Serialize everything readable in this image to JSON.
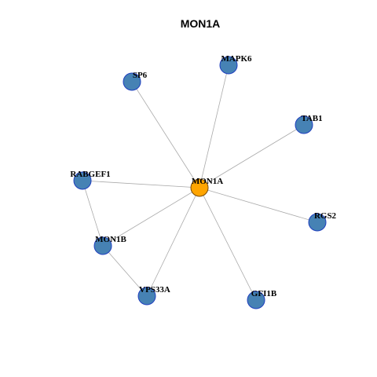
{
  "title": "MON1A",
  "colors": {
    "background": "#ffffff",
    "edge": "#aaaaaa",
    "node_fill": "#4682b4",
    "node_stroke": "#1f3fbf",
    "center_fill": "#ffa500",
    "center_stroke": "#7a4a00",
    "label": "#000000"
  },
  "nodes": [
    {
      "id": "MON1A",
      "label": "MON1A",
      "center": true
    },
    {
      "id": "MAPK6",
      "label": "MAPK6",
      "center": false
    },
    {
      "id": "SP6",
      "label": "SP6",
      "center": false
    },
    {
      "id": "TAB1",
      "label": "TAB1",
      "center": false
    },
    {
      "id": "RABGEF1",
      "label": "RABGEF1",
      "center": false
    },
    {
      "id": "RGS2",
      "label": "RGS2",
      "center": false
    },
    {
      "id": "MON1B",
      "label": "MON1B",
      "center": false
    },
    {
      "id": "VPS33A",
      "label": "VPS33A",
      "center": false
    },
    {
      "id": "GFI1B",
      "label": "GFI1B",
      "center": false
    }
  ],
  "edges": [
    {
      "source": "MON1A",
      "target": "MAPK6"
    },
    {
      "source": "MON1A",
      "target": "SP6"
    },
    {
      "source": "MON1A",
      "target": "TAB1"
    },
    {
      "source": "MON1A",
      "target": "RABGEF1"
    },
    {
      "source": "MON1A",
      "target": "RGS2"
    },
    {
      "source": "MON1A",
      "target": "MON1B"
    },
    {
      "source": "MON1A",
      "target": "VPS33A"
    },
    {
      "source": "MON1A",
      "target": "GFI1B"
    },
    {
      "source": "RABGEF1",
      "target": "MON1B"
    },
    {
      "source": "MON1B",
      "target": "VPS33A"
    }
  ]
}
